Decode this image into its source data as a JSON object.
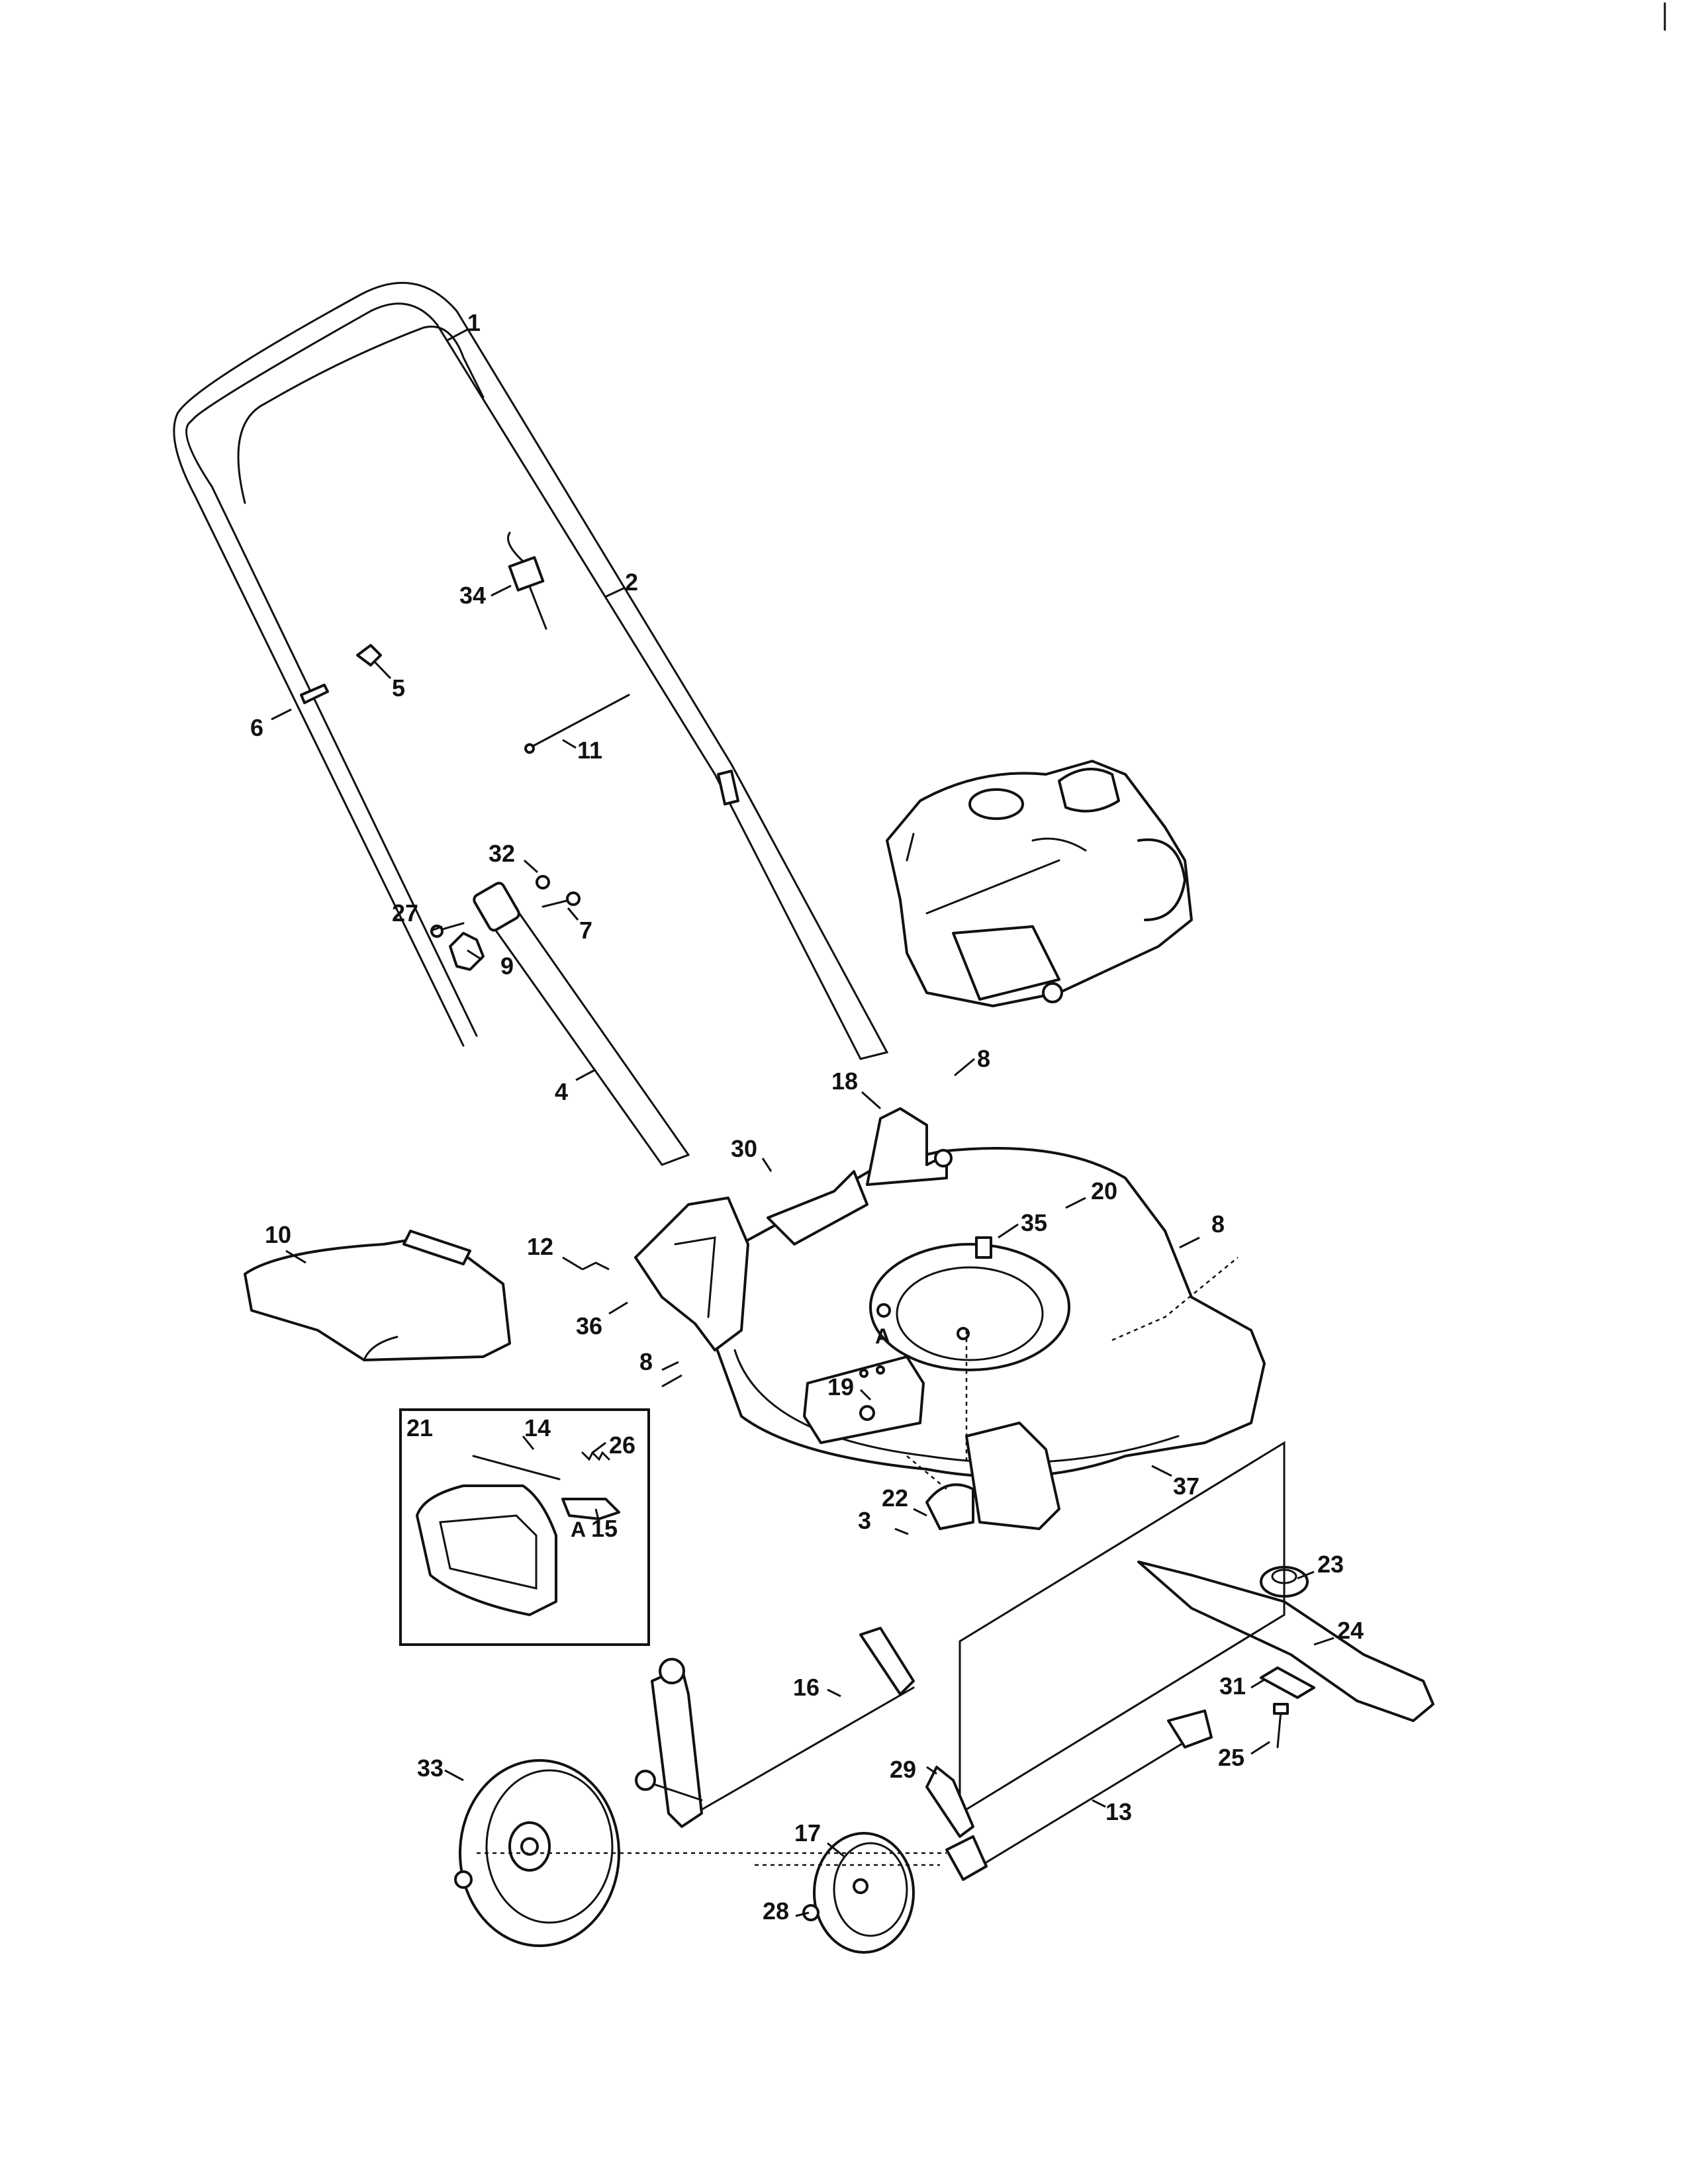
{
  "callouts": {
    "c1": "1",
    "c2": "2",
    "c3": "3",
    "c4": "4",
    "c5": "5",
    "c6": "6",
    "c7": "7",
    "c8a": "8",
    "c8b": "8",
    "c8c": "8",
    "c9": "9",
    "c10": "10",
    "c11": "11",
    "c12": "12",
    "c13": "13",
    "c14": "14",
    "c15": "15",
    "c16": "16",
    "c17": "17",
    "c18": "18",
    "c19": "19",
    "c20": "20",
    "c21": "21",
    "c22": "22",
    "c23": "23",
    "c24": "24",
    "c25": "25",
    "c26": "26",
    "c27": "27",
    "c28": "28",
    "c29": "29",
    "c30": "30",
    "c31": "31",
    "c32": "32",
    "c33": "33",
    "c34": "34",
    "c35": "35",
    "c36": "36",
    "c37": "37"
  },
  "reference_letters": {
    "deck": "A",
    "inset": "A"
  },
  "inset": {
    "title": "21"
  }
}
